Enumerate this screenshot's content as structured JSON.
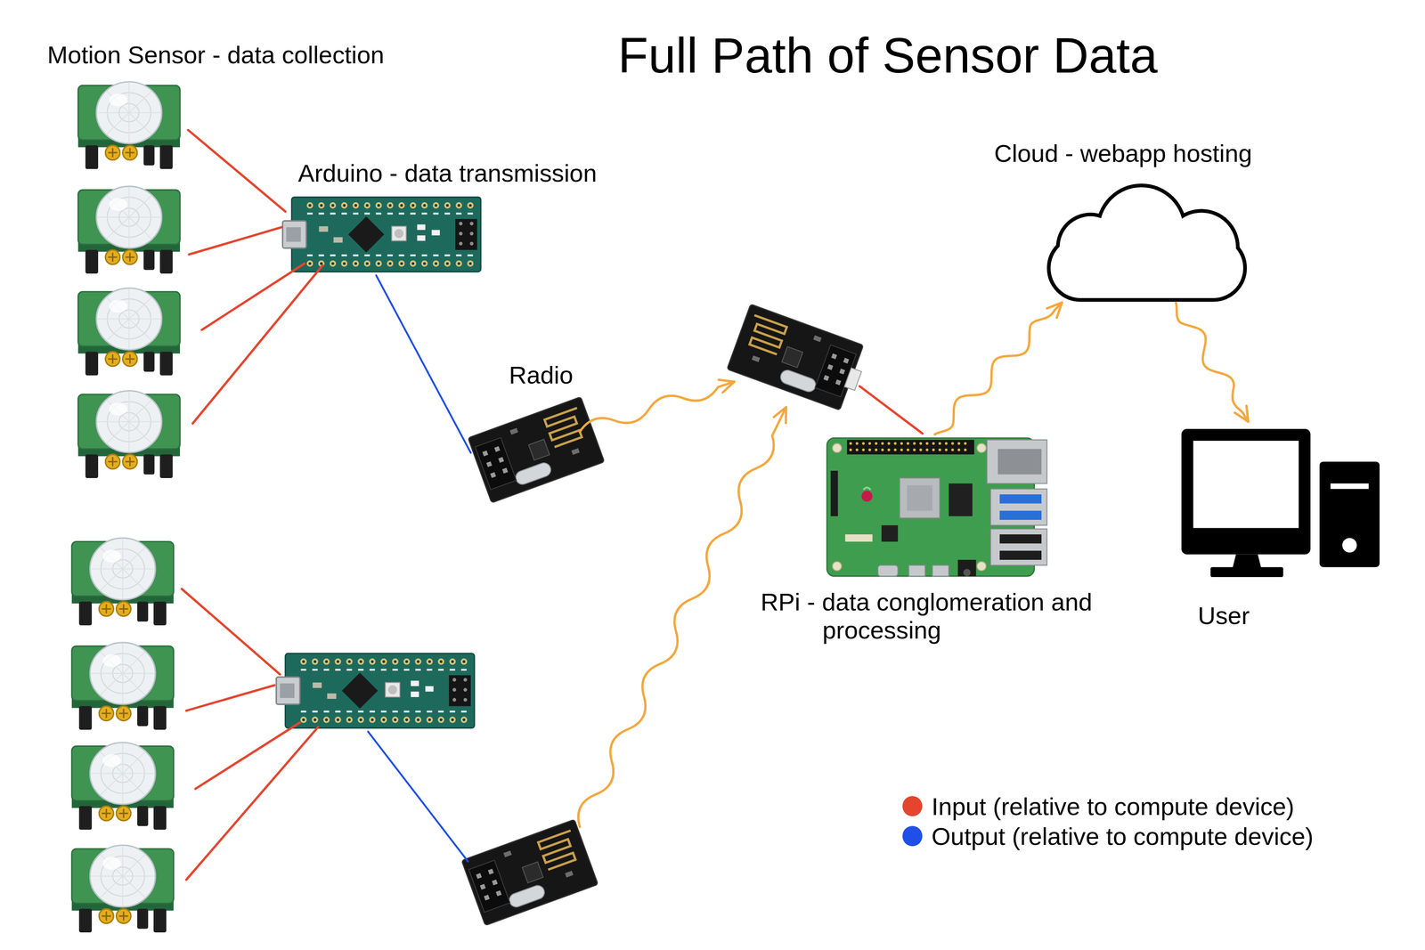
{
  "diagram": {
    "title": "Full Path of Sensor Data",
    "nodes": [
      {
        "text": [
          "Motion Sensor - data collection"
        ]
      },
      {
        "text": [
          "Arduino - data transmission"
        ]
      },
      {
        "text": [
          "Radio"
        ]
      },
      {
        "text": [
          "RPi - data conglomeration and processing"
        ]
      },
      {
        "text": [
          "Cloud - webapp hosting"
        ]
      },
      {
        "text": [
          "User"
        ]
      }
    ],
    "edges": [
      {
        "from": 0,
        "to": 1,
        "arrow": "none"
      },
      {
        "from": 1,
        "to": 2,
        "arrow": "none"
      },
      {
        "from": 3,
        "to": 4,
        "arrow": "to"
      },
      {
        "from": 4,
        "to": 5,
        "arrow": "to"
      }
    ],
    "legend": [
      {
        "text": "Input (relative to compute device)",
        "color": "#e5452f"
      },
      {
        "text": "Output (relative to compute device)",
        "color": "#1f4fe6"
      }
    ]
  }
}
